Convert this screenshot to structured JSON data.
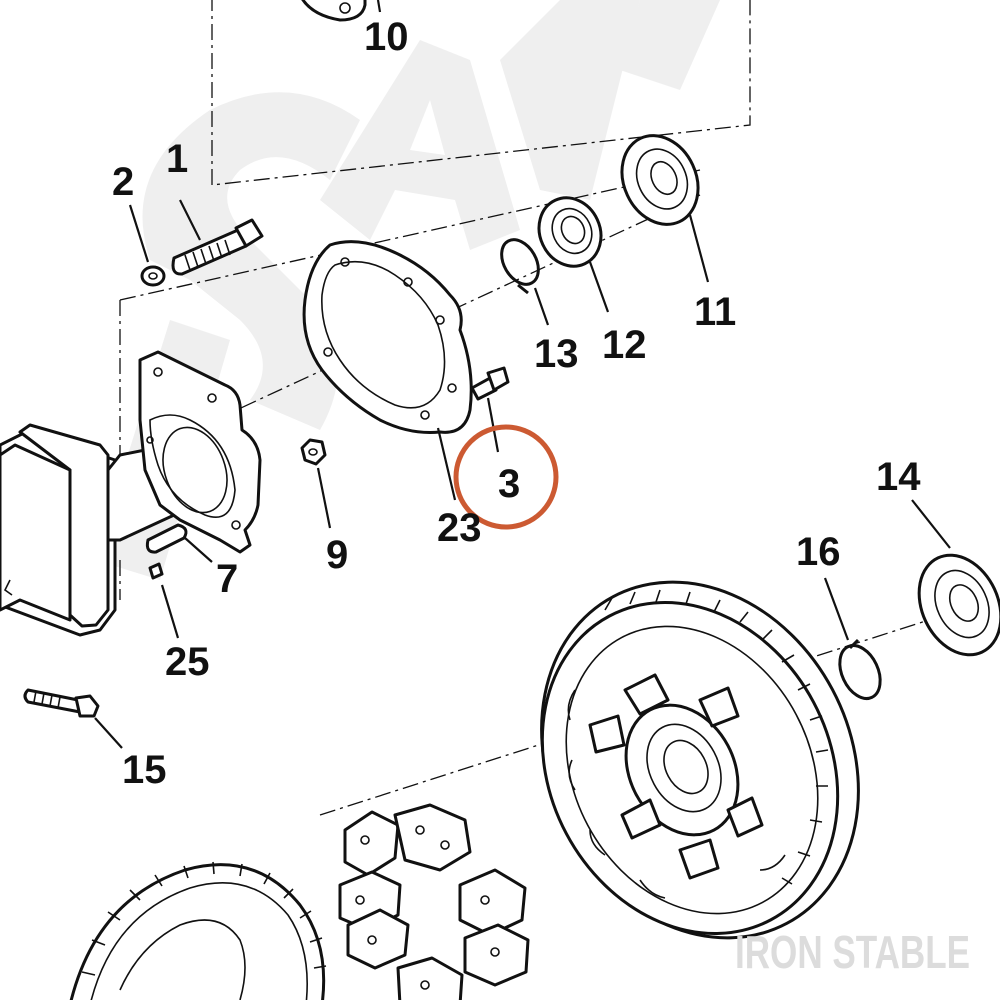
{
  "diagram": {
    "background_color": "#ffffff",
    "line_color": "#111111",
    "highlight_color": "#cc5a32",
    "highlighted_part": "3",
    "watermark_color": "#e9e9e9",
    "brand_watermark": "IRON STABLE",
    "callouts": {
      "p1": "1",
      "p2": "2",
      "p3": "3",
      "p7": "7",
      "p9": "9",
      "p10": "10",
      "p11": "11",
      "p12": "12",
      "p13": "13",
      "p14": "14",
      "p15": "15",
      "p16": "16",
      "p23": "23",
      "p25": "25"
    }
  }
}
